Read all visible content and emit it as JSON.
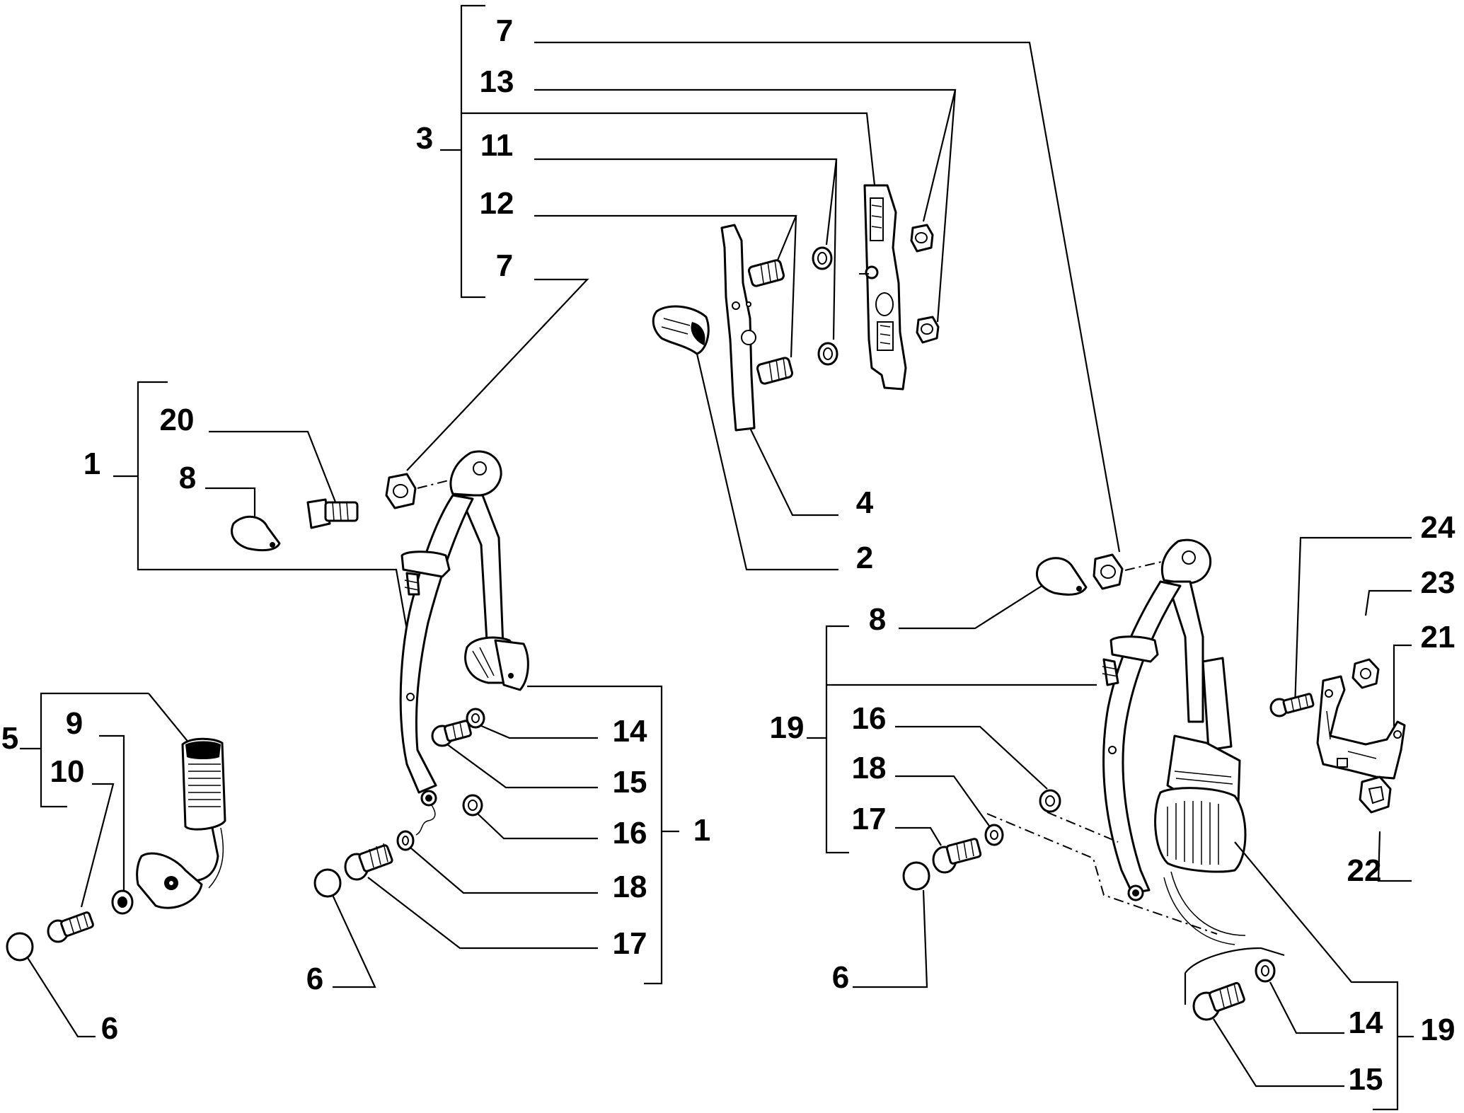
{
  "labels": {
    "top_group": {
      "group": "3",
      "upper_7": "7",
      "l13": "13",
      "l11": "11",
      "l12": "12",
      "lower_7": "7"
    },
    "pillar_parts": {
      "l4": "4",
      "l2": "2"
    },
    "left_belt": {
      "group_left": "1",
      "l20": "20",
      "l8": "8",
      "l14": "14",
      "l15": "15",
      "l16": "16",
      "l18": "18",
      "l17": "17",
      "group_right": "1",
      "l6": "6"
    },
    "buckle": {
      "group": "5",
      "l9": "9",
      "l10": "10",
      "l6": "6"
    },
    "right_belt": {
      "l8": "8",
      "group_left": "19",
      "l16": "16",
      "l18": "18",
      "l17": "17",
      "l6": "6",
      "l14": "14",
      "l15": "15",
      "group_right": "19"
    },
    "bracket": {
      "l24": "24",
      "l23": "23",
      "l21": "21",
      "l22": "22"
    }
  }
}
